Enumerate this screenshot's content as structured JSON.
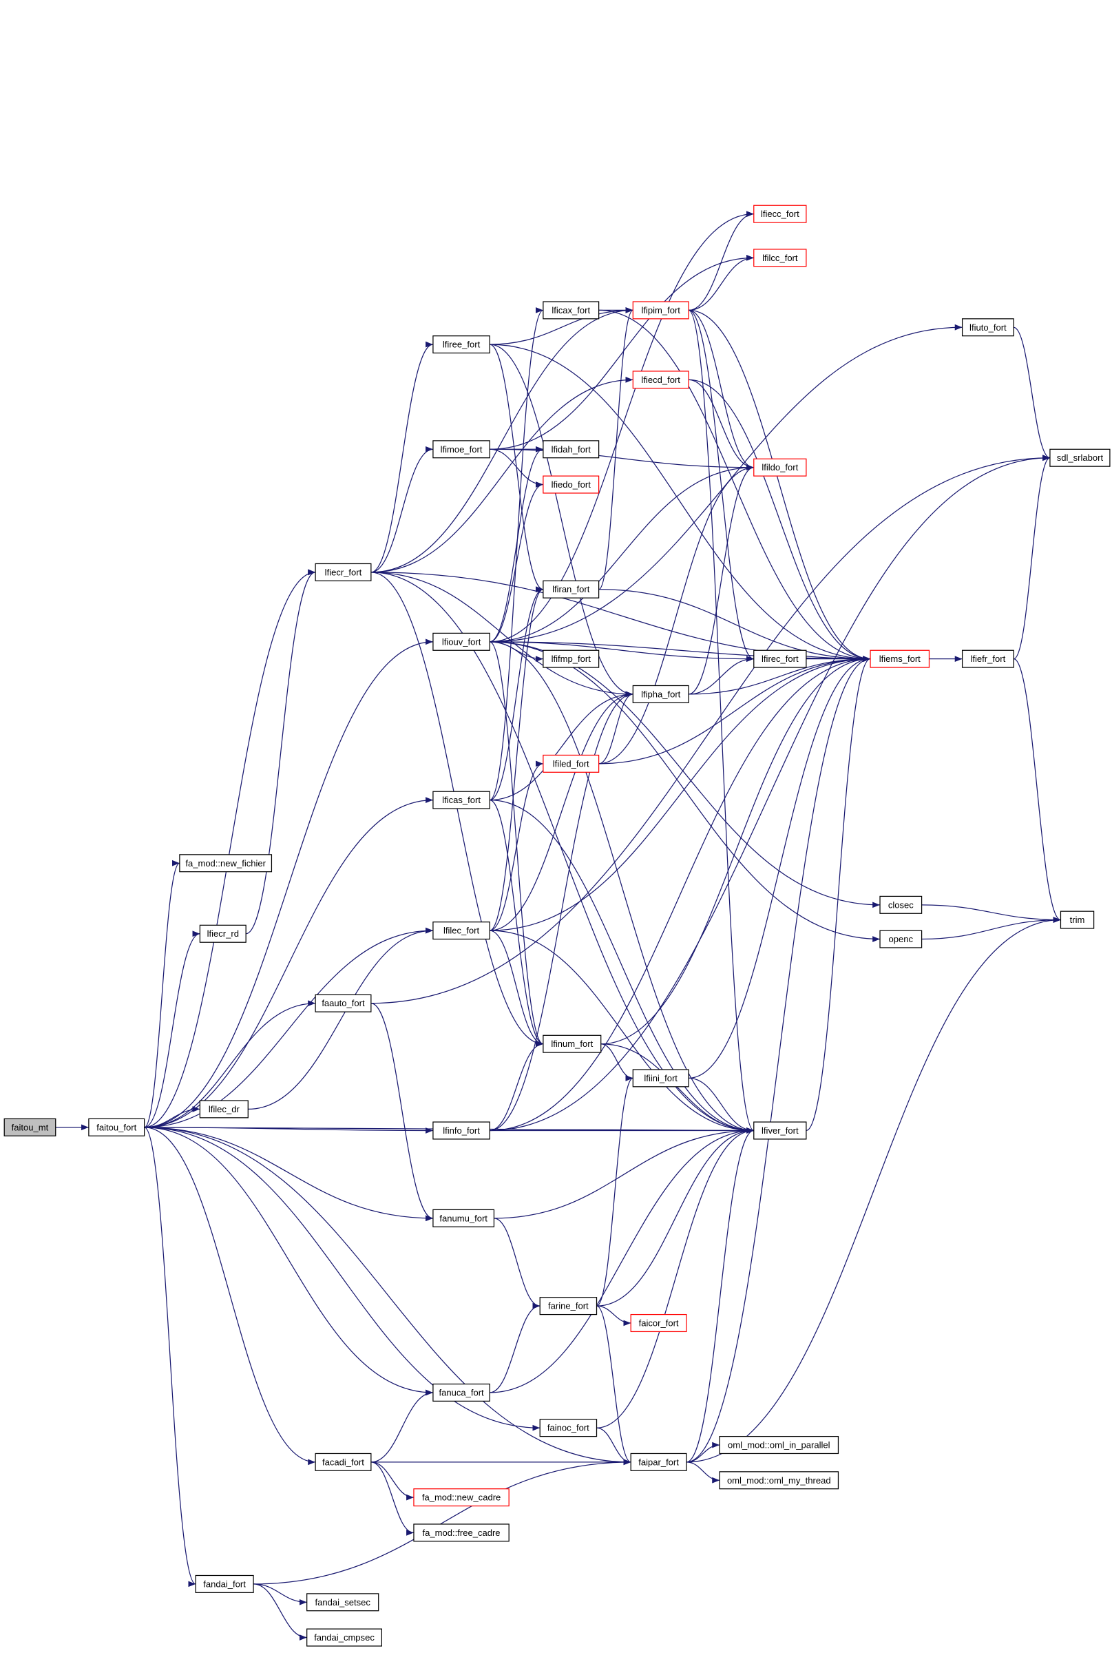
{
  "title": "faitou_mt call graph",
  "colors": {
    "edge": "#191970",
    "highlight_border": "#ff0000",
    "root_fill": "#bfbfbf"
  },
  "nodes": [
    {
      "id": "faitou_mt",
      "label": "faitou_mt",
      "style": "root"
    },
    {
      "id": "faitou_fort",
      "label": "faitou_fort",
      "style": "normal"
    },
    {
      "id": "new_fichier",
      "label": "fa_mod::new_fichier",
      "style": "normal"
    },
    {
      "id": "lfiecr_rd",
      "label": "lfiecr_rd",
      "style": "normal"
    },
    {
      "id": "faauto_fort",
      "label": "faauto_fort",
      "style": "normal"
    },
    {
      "id": "lfilec_dr",
      "label": "lfilec_dr",
      "style": "normal"
    },
    {
      "id": "fandai_fort",
      "label": "fandai_fort",
      "style": "normal"
    },
    {
      "id": "fandai_setsec",
      "label": "fandai_setsec",
      "style": "normal"
    },
    {
      "id": "fandai_cmpsec",
      "label": "fandai_cmpsec",
      "style": "normal"
    },
    {
      "id": "facadi_fort",
      "label": "facadi_fort",
      "style": "normal"
    },
    {
      "id": "new_cadre",
      "label": "fa_mod::new_cadre",
      "style": "red"
    },
    {
      "id": "free_cadre",
      "label": "fa_mod::free_cadre",
      "style": "normal"
    },
    {
      "id": "lfiecr_fort",
      "label": "lfiecr_fort",
      "style": "normal"
    },
    {
      "id": "lfiree_fort",
      "label": "lfiree_fort",
      "style": "normal"
    },
    {
      "id": "lfimoe_fort",
      "label": "lfimoe_fort",
      "style": "normal"
    },
    {
      "id": "lfiouv_fort",
      "label": "lfiouv_fort",
      "style": "normal"
    },
    {
      "id": "lficas_fort",
      "label": "lficas_fort",
      "style": "normal"
    },
    {
      "id": "lfilec_fort",
      "label": "lfilec_fort",
      "style": "normal"
    },
    {
      "id": "lfinfo_fort",
      "label": "lfinfo_fort",
      "style": "normal"
    },
    {
      "id": "fanumu_fort",
      "label": "fanumu_fort",
      "style": "normal"
    },
    {
      "id": "fanuca_fort",
      "label": "fanuca_fort",
      "style": "normal"
    },
    {
      "id": "lficax_fort",
      "label": "lficax_fort",
      "style": "normal"
    },
    {
      "id": "lfidah_fort",
      "label": "lfidah_fort",
      "style": "normal"
    },
    {
      "id": "lfiedo_fort",
      "label": "lfiedo_fort",
      "style": "red"
    },
    {
      "id": "lfiran_fort",
      "label": "lfiran_fort",
      "style": "normal"
    },
    {
      "id": "lfifmp_fort",
      "label": "lfifmp_fort",
      "style": "normal"
    },
    {
      "id": "lfiled_fort",
      "label": "lfiled_fort",
      "style": "red"
    },
    {
      "id": "lfinum_fort",
      "label": "lfinum_fort",
      "style": "normal"
    },
    {
      "id": "farine_fort",
      "label": "farine_fort",
      "style": "normal"
    },
    {
      "id": "fainoc_fort",
      "label": "fainoc_fort",
      "style": "normal"
    },
    {
      "id": "lfipim_fort",
      "label": "lfipim_fort",
      "style": "red"
    },
    {
      "id": "lfiecd_fort",
      "label": "lfiecd_fort",
      "style": "red"
    },
    {
      "id": "lfipha_fort",
      "label": "lfipha_fort",
      "style": "normal"
    },
    {
      "id": "lfiini_fort",
      "label": "lfiini_fort",
      "style": "normal"
    },
    {
      "id": "faicor_fort",
      "label": "faicor_fort",
      "style": "red"
    },
    {
      "id": "faipar_fort",
      "label": "faipar_fort",
      "style": "normal"
    },
    {
      "id": "lfiecc_fort",
      "label": "lfiecc_fort",
      "style": "red"
    },
    {
      "id": "lfilcc_fort",
      "label": "lfilcc_fort",
      "style": "red"
    },
    {
      "id": "lfildo_fort",
      "label": "lfildo_fort",
      "style": "red"
    },
    {
      "id": "lfirec_fort",
      "label": "lfirec_fort",
      "style": "normal"
    },
    {
      "id": "lfiver_fort",
      "label": "lfiver_fort",
      "style": "normal"
    },
    {
      "id": "closec",
      "label": "closec",
      "style": "normal"
    },
    {
      "id": "openc",
      "label": "openc",
      "style": "normal"
    },
    {
      "id": "oml_in_parallel",
      "label": "oml_mod::oml_in_parallel",
      "style": "normal"
    },
    {
      "id": "oml_my_thread",
      "label": "oml_mod::oml_my_thread",
      "style": "normal"
    },
    {
      "id": "lfiems_fort",
      "label": "lfiems_fort",
      "style": "red"
    },
    {
      "id": "lfiuto_fort",
      "label": "lfiuto_fort",
      "style": "normal"
    },
    {
      "id": "sdl_srlabort",
      "label": "sdl_srlabort",
      "style": "normal"
    },
    {
      "id": "lfiefr_fort",
      "label": "lfiefr_fort",
      "style": "normal"
    },
    {
      "id": "trim",
      "label": "trim",
      "style": "normal"
    }
  ],
  "edges": [
    [
      "faitou_mt",
      "faitou_fort"
    ],
    [
      "faitou_fort",
      "new_fichier"
    ],
    [
      "faitou_fort",
      "lfiecr_rd"
    ],
    [
      "faitou_fort",
      "faauto_fort"
    ],
    [
      "faitou_fort",
      "lfilec_dr"
    ],
    [
      "faitou_fort",
      "lfiecr_fort"
    ],
    [
      "faitou_fort",
      "lfiouv_fort"
    ],
    [
      "faitou_fort",
      "lficas_fort"
    ],
    [
      "faitou_fort",
      "lfilec_fort"
    ],
    [
      "faitou_fort",
      "lfinfo_fort"
    ],
    [
      "faitou_fort",
      "fanumu_fort"
    ],
    [
      "faitou_fort",
      "lfiver_fort"
    ],
    [
      "faitou_fort",
      "fanuca_fort"
    ],
    [
      "faitou_fort",
      "fainoc_fort"
    ],
    [
      "faitou_fort",
      "facadi_fort"
    ],
    [
      "faitou_fort",
      "fandai_fort"
    ],
    [
      "faitou_fort",
      "faipar_fort"
    ],
    [
      "lfiecr_rd",
      "lfiecr_fort"
    ],
    [
      "lfilec_dr",
      "lfilec_fort"
    ],
    [
      "faauto_fort",
      "fanumu_fort"
    ],
    [
      "faauto_fort",
      "sdl_srlabort"
    ],
    [
      "lfiecr_fort",
      "lfiree_fort"
    ],
    [
      "lfiecr_fort",
      "lfimoe_fort"
    ],
    [
      "lfiecr_fort",
      "lfipim_fort"
    ],
    [
      "lfiecr_fort",
      "lfiecd_fort"
    ],
    [
      "lfiecr_fort",
      "lfipha_fort"
    ],
    [
      "lfiecr_fort",
      "lfinum_fort"
    ],
    [
      "lfiecr_fort",
      "lfiver_fort"
    ],
    [
      "lfiecr_fort",
      "lfiems_fort"
    ],
    [
      "lfiree_fort",
      "lfipim_fort"
    ],
    [
      "lfiree_fort",
      "lfiran_fort"
    ],
    [
      "lfiree_fort",
      "lfipha_fort"
    ],
    [
      "lfiree_fort",
      "lfiems_fort"
    ],
    [
      "lfimoe_fort",
      "lfidah_fort"
    ],
    [
      "lfimoe_fort",
      "lfiedo_fort"
    ],
    [
      "lfimoe_fort",
      "lfildo_fort"
    ],
    [
      "lfimoe_fort",
      "lfilcc_fort"
    ],
    [
      "lfiouv_fort",
      "lfifmp_fort"
    ],
    [
      "lfiouv_fort",
      "lfirec_fort"
    ],
    [
      "lfiouv_fort",
      "lfiems_fort"
    ],
    [
      "lfiouv_fort",
      "lfiecc_fort"
    ],
    [
      "lfiouv_fort",
      "lfiuto_fort"
    ],
    [
      "lfiouv_fort",
      "lfidah_fort"
    ],
    [
      "lfiouv_fort",
      "lfiedo_fort"
    ],
    [
      "lfiouv_fort",
      "lfildo_fort"
    ],
    [
      "lfiouv_fort",
      "closec"
    ],
    [
      "lfiouv_fort",
      "openc"
    ],
    [
      "lfiouv_fort",
      "lfiver_fort"
    ],
    [
      "lfiouv_fort",
      "lfinum_fort"
    ],
    [
      "lficas_fort",
      "lficax_fort"
    ],
    [
      "lficas_fort",
      "lfipha_fort"
    ],
    [
      "lficas_fort",
      "lfinum_fort"
    ],
    [
      "lficas_fort",
      "lfiver_fort"
    ],
    [
      "lficas_fort",
      "lfiran_fort"
    ],
    [
      "lfilec_fort",
      "lfiled_fort"
    ],
    [
      "lfilec_fort",
      "lfipha_fort"
    ],
    [
      "lfilec_fort",
      "lfinum_fort"
    ],
    [
      "lfilec_fort",
      "lfiver_fort"
    ],
    [
      "lfilec_fort",
      "lfiems_fort"
    ],
    [
      "lfilec_fort",
      "lfiran_fort"
    ],
    [
      "lfinfo_fort",
      "lfinum_fort"
    ],
    [
      "lfinfo_fort",
      "lfiver_fort"
    ],
    [
      "lfinfo_fort",
      "lfipha_fort"
    ],
    [
      "lfinfo_fort",
      "lfiems_fort"
    ],
    [
      "lfinfo_fort",
      "sdl_srlabort"
    ],
    [
      "lficax_fort",
      "lfipim_fort"
    ],
    [
      "lficax_fort",
      "lfiems_fort"
    ],
    [
      "lfipim_fort",
      "lfiecc_fort"
    ],
    [
      "lfipim_fort",
      "lfilcc_fort"
    ],
    [
      "lfipim_fort",
      "lfildo_fort"
    ],
    [
      "lfipim_fort",
      "lfirec_fort"
    ],
    [
      "lfipim_fort",
      "lfiver_fort"
    ],
    [
      "lfipim_fort",
      "lfiems_fort"
    ],
    [
      "lfiecd_fort",
      "lfildo_fort"
    ],
    [
      "lfiecd_fort",
      "lfiems_fort"
    ],
    [
      "lfiran_fort",
      "lfipim_fort"
    ],
    [
      "lfiran_fort",
      "lfiems_fort"
    ],
    [
      "lfipha_fort",
      "lfirec_fort"
    ],
    [
      "lfipha_fort",
      "lfiems_fort"
    ],
    [
      "lfipha_fort",
      "lfildo_fort"
    ],
    [
      "lfiled_fort",
      "lfipha_fort"
    ],
    [
      "lfiled_fort",
      "lfildo_fort"
    ],
    [
      "lfiled_fort",
      "lfiems_fort"
    ],
    [
      "lfirec_fort",
      "lfiems_fort"
    ],
    [
      "lfinum_fort",
      "lfiini_fort"
    ],
    [
      "lfinum_fort",
      "lfiver_fort"
    ],
    [
      "lfinum_fort",
      "lfiems_fort"
    ],
    [
      "lfiini_fort",
      "lfiver_fort"
    ],
    [
      "lfiini_fort",
      "lfiems_fort"
    ],
    [
      "lfiver_fort",
      "lfiems_fort"
    ],
    [
      "lfiems_fort",
      "lfiefr_fort"
    ],
    [
      "lfiefr_fort",
      "sdl_srlabort"
    ],
    [
      "lfiefr_fort",
      "trim"
    ],
    [
      "lfiuto_fort",
      "sdl_srlabort"
    ],
    [
      "closec",
      "trim"
    ],
    [
      "openc",
      "trim"
    ],
    [
      "fanumu_fort",
      "farine_fort"
    ],
    [
      "fanumu_fort",
      "lfiver_fort"
    ],
    [
      "farine_fort",
      "lfiini_fort"
    ],
    [
      "farine_fort",
      "lfiver_fort"
    ],
    [
      "farine_fort",
      "faicor_fort"
    ],
    [
      "farine_fort",
      "faipar_fort"
    ],
    [
      "fanuca_fort",
      "farine_fort"
    ],
    [
      "fanuca_fort",
      "lfiver_fort"
    ],
    [
      "fainoc_fort",
      "faipar_fort"
    ],
    [
      "fainoc_fort",
      "lfiver_fort"
    ],
    [
      "facadi_fort",
      "fanuca_fort"
    ],
    [
      "facadi_fort",
      "faipar_fort"
    ],
    [
      "facadi_fort",
      "new_cadre"
    ],
    [
      "facadi_fort",
      "free_cadre"
    ],
    [
      "fandai_fort",
      "fandai_setsec"
    ],
    [
      "fandai_fort",
      "fandai_cmpsec"
    ],
    [
      "fandai_fort",
      "faipar_fort"
    ],
    [
      "faipar_fort",
      "oml_in_parallel"
    ],
    [
      "faipar_fort",
      "oml_my_thread"
    ],
    [
      "faipar_fort",
      "lfiver_fort"
    ],
    [
      "faipar_fort",
      "trim"
    ],
    [
      "faipar_fort",
      "lfiems_fort"
    ]
  ]
}
